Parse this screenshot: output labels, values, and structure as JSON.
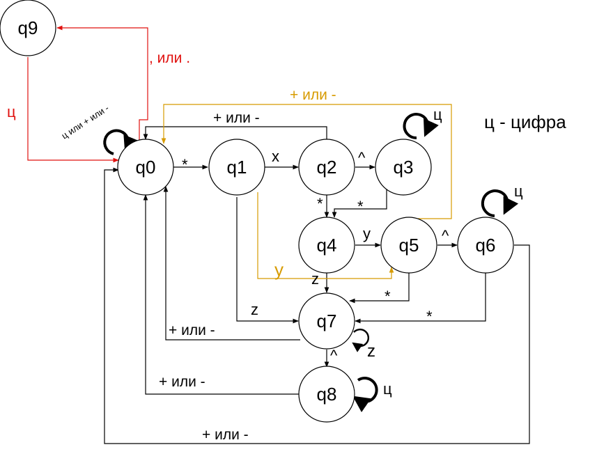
{
  "colors": {
    "default": "#000000",
    "red": "#e0110f",
    "gold": "#d79b00"
  },
  "states": {
    "q0": "q0",
    "q1": "q1",
    "q2": "q2",
    "q3": "q3",
    "q4": "q4",
    "q5": "q5",
    "q6": "q6",
    "q7": "q7",
    "q8": "q8",
    "q9": "q9"
  },
  "labels": {
    "q0_q1": "*",
    "q1_q2": "x",
    "q2_q3": "^",
    "q2_q4": "*",
    "q3_q4": "*",
    "q4_q5": "y",
    "q5_q6": "^",
    "q4_q7": "z",
    "q1_q7": "z",
    "q5_q7": "*",
    "q6_q7": "*",
    "q7_q8": "^",
    "q1_q5": "y",
    "q2_q0": "+ или -",
    "q5_q0": "+ или -",
    "q7_q0": "+ или -",
    "q8_q0": "+ или -",
    "q6_q0": "+ или -",
    "q0_q9": ", или .",
    "q9_q0": "ц",
    "loop_q0": "ц или + или -",
    "loop_q3": "ц",
    "loop_q6": "ц",
    "loop_q7": "z",
    "loop_q8": "ц"
  },
  "legend": "ц - цифра"
}
